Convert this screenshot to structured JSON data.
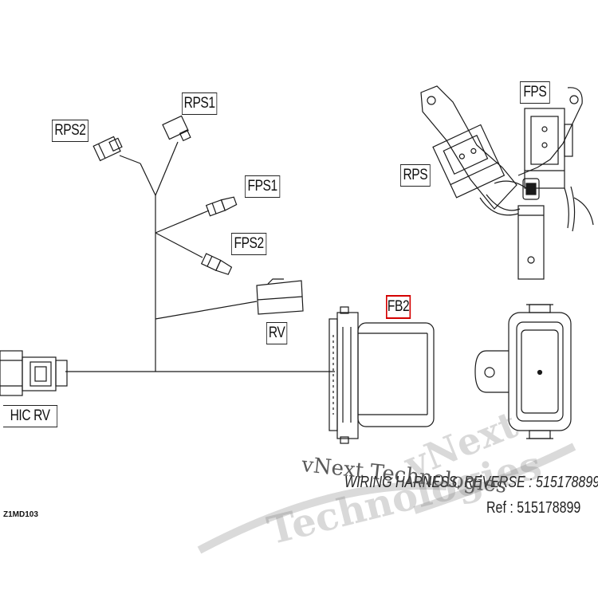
{
  "labels": {
    "rps1": "RPS1",
    "rps2": "RPS2",
    "fps1": "FPS1",
    "fps2": "FPS2",
    "rv": "RV",
    "fb2": "FB2",
    "hic_rv": "HIC  RV",
    "fps": "FPS",
    "rps": "RPS"
  },
  "harness": {
    "wiring_harness_line": "WIRING HARNESS, REVERSE : 515178899",
    "ref_line": "Ref : 515178899"
  },
  "figure_code": "Z1MD103",
  "watermark": {
    "line1": "vNext Technologies",
    "line2": "vNext",
    "line3": "Technologies"
  },
  "colors": {
    "line": "#1a1a1a",
    "highlight": "#d40000",
    "watermark": "#9a9a9a"
  }
}
